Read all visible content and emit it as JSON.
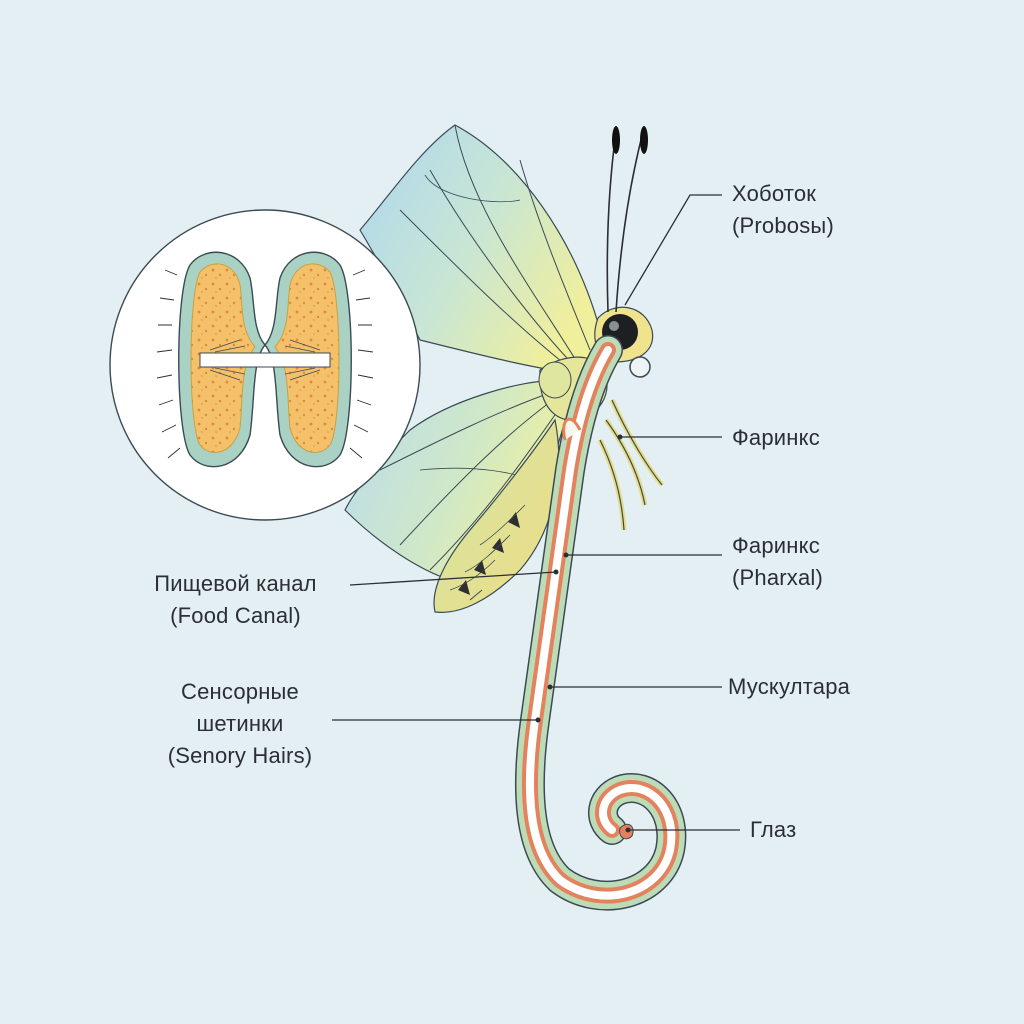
{
  "labels": {
    "proboscis": {
      "ru": "Хоботок",
      "en": "(Probosы)"
    },
    "pharynx_top": {
      "ru": "Фаринкс"
    },
    "pharynx_mid": {
      "ru": "Фаринкс",
      "en": "(Pharxal)"
    },
    "food_canal": {
      "ru": "Пищевой канал",
      "en": "(Food Canal)"
    },
    "musculature": {
      "ru": "Мускултара"
    },
    "sensory_hairs": {
      "ru1": "Сенсорные",
      "ru2": "шетинки",
      "en": "(Senory Hairs)"
    },
    "eye": {
      "ru": "Глаз"
    }
  },
  "colors": {
    "background": "#e3eff3",
    "wing_blue": "#b4dbef",
    "wing_yellow": "#eef0a0",
    "body_yellow": "#eee08c",
    "proboscis_green": "#bcdcb8",
    "proboscis_red": "#e4825e",
    "canal_white": "#ffffff",
    "lobe_orange": "#f3bc62",
    "leader_line": "#2b2f33"
  },
  "icons": [
    "cross-section-inset",
    "butterfly-illustration",
    "coiled-proboscis"
  ]
}
